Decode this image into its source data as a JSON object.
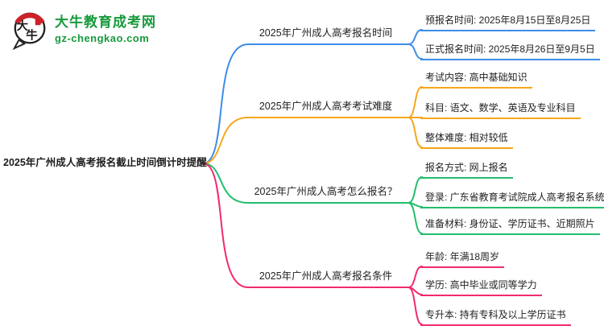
{
  "brand": {
    "name": "大牛教育成考网",
    "domain": "gz-chengkao.com",
    "logo_glyph_1": "大",
    "logo_glyph_2": "牛",
    "brand_color": "#179a3d"
  },
  "root": {
    "label": "2025年广州成人高考报名截止时间倒计时提醒"
  },
  "branches": [
    {
      "label": "2025年广州成人高考报名时间",
      "color": "#3e8de8",
      "children": [
        "预报名时间: 2025年8月15日至8月25日",
        "正式报名时间: 2025年8月26日至9月5日"
      ]
    },
    {
      "label": "2025年广州成人高考考试难度",
      "color": "#f6a71b",
      "children": [
        "考试内容: 高中基础知识",
        "科目: 语文、数学、英语及专业科目",
        "整体难度: 相对较低"
      ]
    },
    {
      "label": "2025年广州成人高考怎么报名？",
      "color": "#22be6d",
      "children": [
        "报名方式: 网上报名",
        "登录: 广东省教育考试院成人高考报名系统",
        "准备材料: 身份证、学历证书、近期照片"
      ]
    },
    {
      "label": "2025年广州成人高考报名条件",
      "color": "#f12a71",
      "children": [
        "年龄: 年满18周岁",
        "学历: 高中毕业或同等学力",
        "专升本: 持有专科及以上学历证书"
      ]
    }
  ]
}
